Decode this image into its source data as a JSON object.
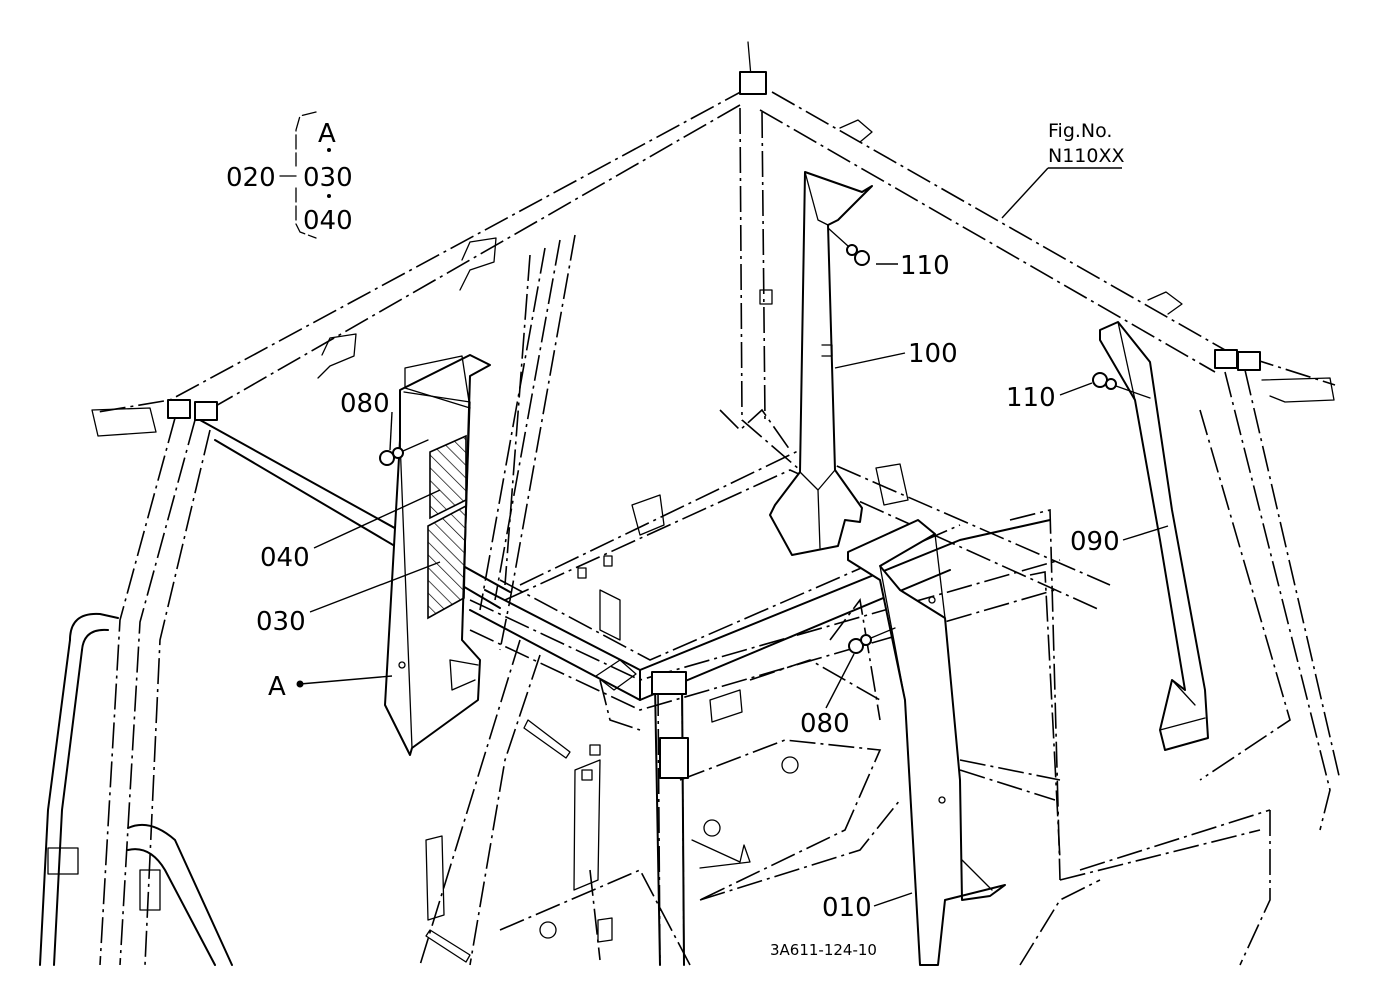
{
  "figure": {
    "fig_label": "Fig.No.",
    "fig_number": "N110XX",
    "drawing_code": "3A611-124-10"
  },
  "legend": {
    "parent": "020",
    "items": [
      "A",
      "030",
      "040"
    ]
  },
  "callouts": {
    "p010": "010",
    "p030": "030",
    "p040": "040",
    "p080_left": "080",
    "p080_right": "080",
    "p090": "090",
    "p100": "100",
    "p110_top": "110",
    "p110_right": "110",
    "pA": "A"
  }
}
